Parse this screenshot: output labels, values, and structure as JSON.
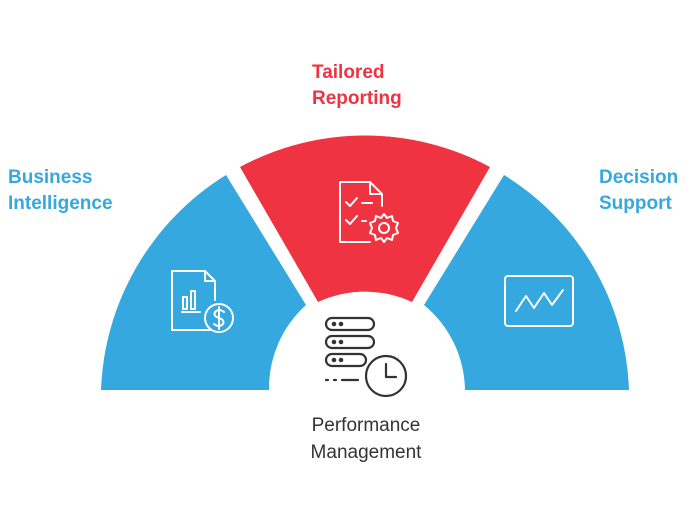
{
  "segments": {
    "business_intelligence": {
      "line1": "Business",
      "line2": "Intelligence",
      "color": "#35a8df",
      "icon": "financial-report-icon"
    },
    "tailored_reporting": {
      "line1": "Tailored",
      "line2": "Reporting",
      "color": "#ef3340",
      "icon": "checklist-gear-icon"
    },
    "decision_support": {
      "line1": "Decision",
      "line2": "Support",
      "color": "#35a8df",
      "icon": "line-chart-monitor-icon"
    }
  },
  "center": {
    "line1": "Performance",
    "line2": "Management",
    "color": "#333333",
    "icon": "server-clock-icon"
  }
}
